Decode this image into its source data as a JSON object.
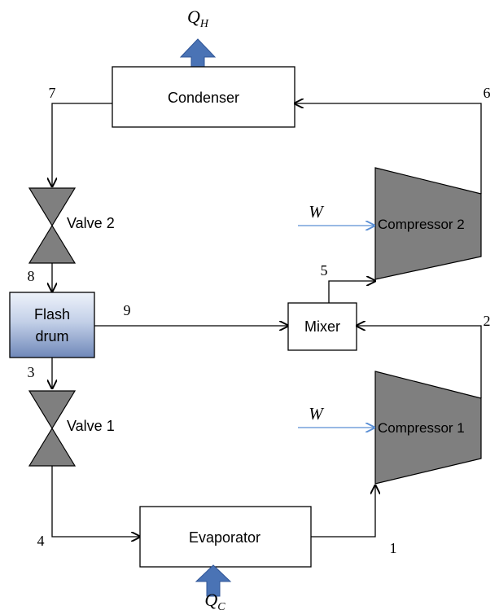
{
  "heat": {
    "q_h": {
      "base": "Q",
      "sub": "H"
    },
    "q_c": {
      "base": "Q",
      "sub": "C"
    }
  },
  "work": {
    "w1": "W",
    "w2": "W"
  },
  "components": {
    "condenser": "Condenser",
    "evaporator": "Evaporator",
    "mixer": "Mixer",
    "compressor_1": "Compressor 1",
    "compressor_2": "Compressor 2",
    "valve_1": "Valve 1",
    "valve_2": "Valve 2",
    "flash_drum_line1": "Flash",
    "flash_drum_line2": "drum"
  },
  "states": {
    "s1": "1",
    "s2": "2",
    "s3": "3",
    "s4": "4",
    "s5": "5",
    "s6": "6",
    "s7": "7",
    "s8": "8",
    "s9": "9"
  },
  "colors": {
    "heat_arrow": "#4a73b5",
    "work_arrow": "#5b8fd4",
    "compressor_fill": "#7f7f7f",
    "valve_fill": "#7f7f7f",
    "flash_drum_top": "#eef2fa",
    "flash_drum_bottom": "#6f88b9",
    "line": "#000000"
  }
}
